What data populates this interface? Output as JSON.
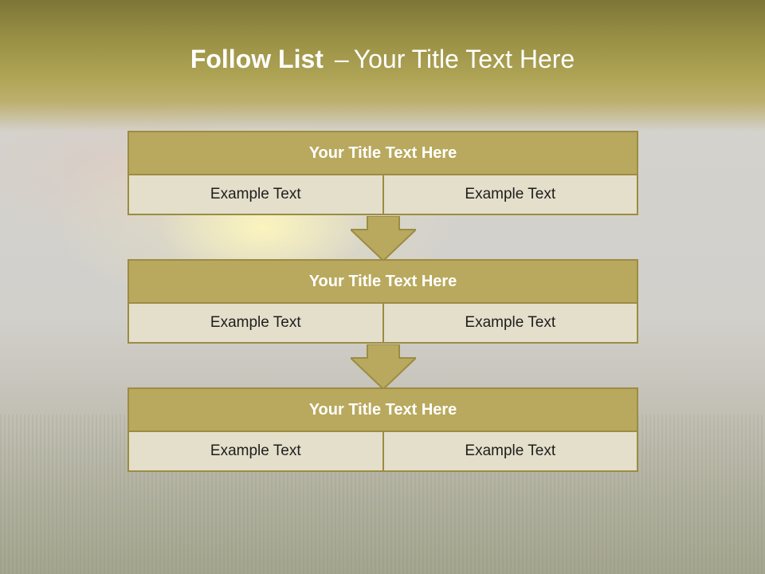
{
  "slide": {
    "title_bold": "Follow List",
    "title_dash": "–",
    "title_rest": "Your Title Text Here"
  },
  "blocks": [
    {
      "title": "Your Title Text Here",
      "left": "Example Text",
      "right": "Example Text"
    },
    {
      "title": "Your Title Text Here",
      "left": "Example Text",
      "right": "Example Text"
    },
    {
      "title": "Your Title Text Here",
      "left": "Example Text",
      "right": "Example Text"
    }
  ],
  "colors": {
    "header_fill": "#b9a95e",
    "border": "#9c8c43",
    "cell_fill": "#e4dfcb",
    "arrow_fill": "#b9a95e"
  },
  "icons": {
    "connector": "down-arrow-icon"
  }
}
